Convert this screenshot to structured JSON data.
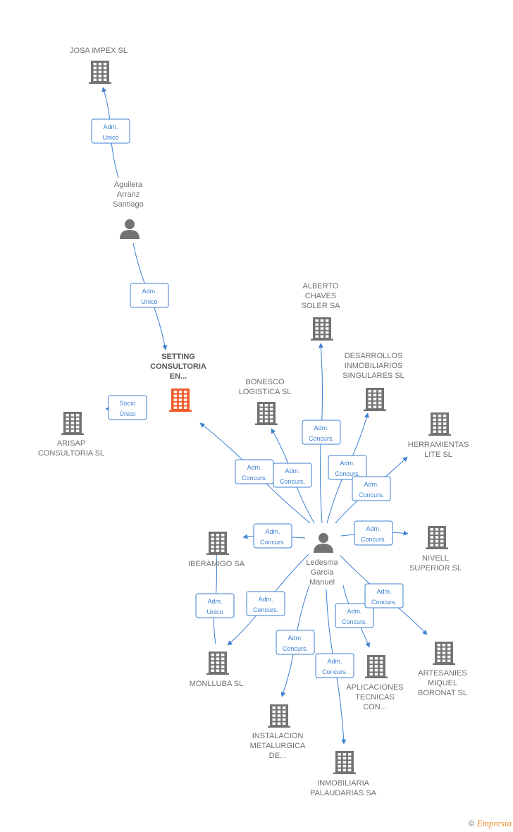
{
  "colors": {
    "edge": "#3c7fd2",
    "company": "#737373",
    "highlight": "#f05a28",
    "person": "#737373"
  },
  "nodes": [
    {
      "id": "josa",
      "type": "company",
      "label": [
        "JOSA IMPEX SL"
      ]
    },
    {
      "id": "aguilera",
      "type": "person",
      "label": [
        "Aguilera",
        "Arranz",
        "Santiago"
      ]
    },
    {
      "id": "setting",
      "type": "company",
      "highlight": true,
      "label": [
        "SETTING",
        "CONSULTORIA",
        "EN..."
      ]
    },
    {
      "id": "arisap",
      "type": "company",
      "label": [
        "ARISAP",
        "CONSULTORIA SL"
      ]
    },
    {
      "id": "alberto",
      "type": "company",
      "label": [
        "ALBERTO",
        "CHAVES",
        "SOLER SA"
      ]
    },
    {
      "id": "bonesco",
      "type": "company",
      "label": [
        "BONESCO",
        "LOGISTICA SL"
      ]
    },
    {
      "id": "desarrollos",
      "type": "company",
      "label": [
        "DESARROLLOS",
        "INMOBILIARIOS",
        "SINGULARES SL"
      ]
    },
    {
      "id": "herramientas",
      "type": "company",
      "label": [
        "HERRAMIENTAS",
        "LITE SL"
      ]
    },
    {
      "id": "iberamigo",
      "type": "company",
      "label": [
        "IBERAMIGO SA"
      ]
    },
    {
      "id": "ledesma",
      "type": "person",
      "label": [
        "Ledesma",
        "Garcia",
        "Manuel"
      ]
    },
    {
      "id": "nivell",
      "type": "company",
      "label": [
        "NIVELL",
        "SUPERIOR SL"
      ]
    },
    {
      "id": "monlluba",
      "type": "company",
      "label": [
        "MONLLUBA SL"
      ]
    },
    {
      "id": "aplicaciones",
      "type": "company",
      "label": [
        "APLICACIONES",
        "TECNICAS",
        "CON..."
      ]
    },
    {
      "id": "artesanies",
      "type": "company",
      "label": [
        "ARTESANIES",
        "MIQUEL",
        "BORONAT SL"
      ]
    },
    {
      "id": "instalacion",
      "type": "company",
      "label": [
        "INSTALACION",
        "METALURGICA",
        "DE..."
      ]
    },
    {
      "id": "inmobiliaria",
      "type": "company",
      "label": [
        "INMOBILIARIA",
        "PALAUDARIAS SA"
      ]
    }
  ],
  "edges": [
    {
      "from": "aguilera",
      "to": "josa",
      "label": [
        "Adm.",
        "Unico"
      ]
    },
    {
      "from": "aguilera",
      "to": "setting",
      "label": [
        "Adm.",
        "Unico"
      ]
    },
    {
      "from": "setting",
      "to": "arisap",
      "label": [
        "Socio",
        "Único"
      ]
    },
    {
      "from": "ledesma",
      "to": "setting",
      "label": [
        "Adm.",
        "Concurs."
      ]
    },
    {
      "from": "ledesma",
      "to": "bonesco",
      "label": [
        "Adm.",
        "Concurs."
      ]
    },
    {
      "from": "ledesma",
      "to": "alberto",
      "label": [
        "Adm.",
        "Concurs."
      ]
    },
    {
      "from": "ledesma",
      "to": "desarrollos",
      "label": [
        "Adm.",
        "Concurs."
      ]
    },
    {
      "from": "ledesma",
      "to": "herramientas",
      "label": [
        "Adm.",
        "Concurs."
      ]
    },
    {
      "from": "ledesma",
      "to": "iberamigo",
      "label": [
        "Adm.",
        "Concurs."
      ]
    },
    {
      "from": "ledesma",
      "to": "nivell",
      "label": [
        "Adm.",
        "Concurs."
      ]
    },
    {
      "from": "ledesma",
      "to": "monlluba",
      "label": [
        "Adm.",
        "Concurs."
      ]
    },
    {
      "from": "monlluba",
      "to": "iberamigo",
      "label": [
        "Adm.",
        "Unico"
      ]
    },
    {
      "from": "ledesma",
      "to": "aplicaciones",
      "label": [
        "Adm.",
        "Concurs."
      ]
    },
    {
      "from": "ledesma",
      "to": "artesanies",
      "label": [
        "Adm.",
        "Concurs."
      ]
    },
    {
      "from": "ledesma",
      "to": "instalacion",
      "label": [
        "Adm.",
        "Concurs."
      ]
    },
    {
      "from": "ledesma",
      "to": "inmobiliaria",
      "label": [
        "Adm.",
        "Concurs."
      ]
    }
  ],
  "footer": {
    "copyright": "©",
    "brand": "Empresia"
  }
}
